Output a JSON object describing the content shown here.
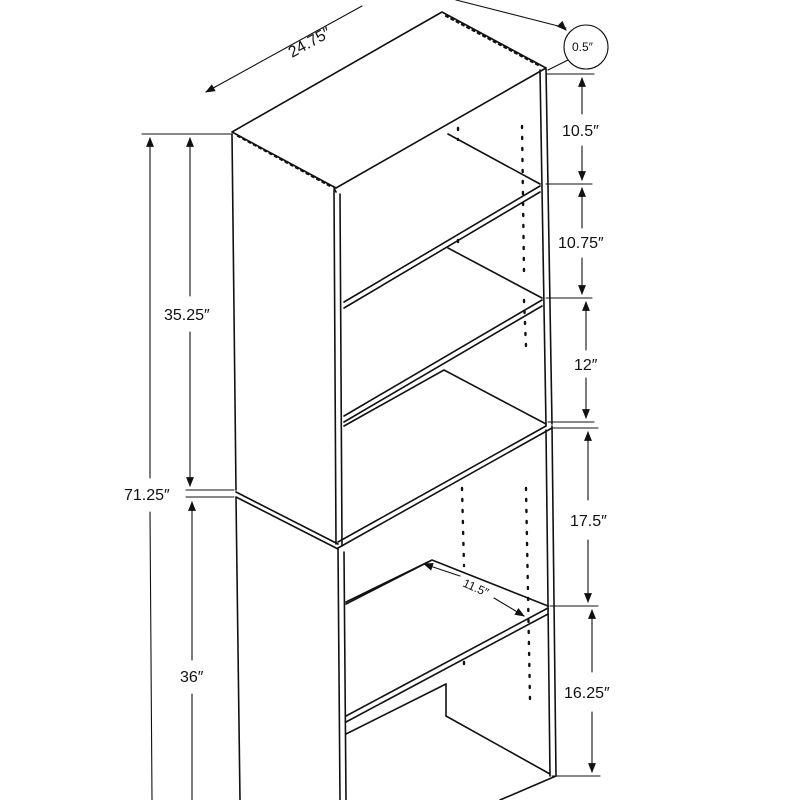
{
  "dimensions": {
    "top_width": "24.75″",
    "thickness": "0.5″",
    "shelf_1": "10.5″",
    "shelf_2": "10.75″",
    "shelf_3": "12″",
    "shelf_4": "17.5″",
    "shelf_5": "16.25″",
    "depth": "11.5″",
    "upper_height": "35.25″",
    "total_height": "71.25″",
    "lower_height": "36″"
  }
}
